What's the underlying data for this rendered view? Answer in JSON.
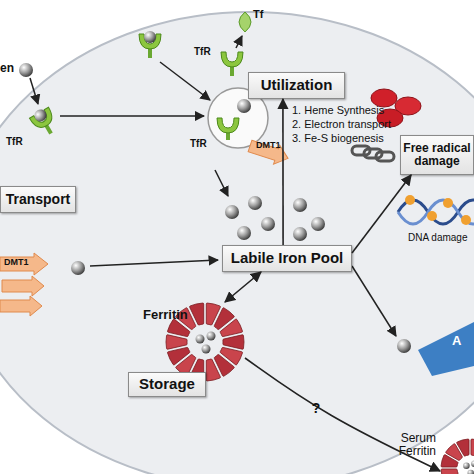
{
  "diagram": {
    "nodes": [
      {
        "text": [
          "Utilization"
        ]
      },
      {
        "text": [
          "Free radical damage"
        ]
      },
      {
        "text": [
          "Transport"
        ]
      },
      {
        "text": [
          "Labile Iron Pool"
        ]
      },
      {
        "text": [
          "Ferritin"
        ]
      },
      {
        "text": [
          "Storage"
        ]
      },
      {
        "text": [
          "Serum Ferritin"
        ]
      }
    ],
    "edges": [
      {
        "from": 3,
        "to": 0,
        "arrow": "to"
      },
      {
        "from": 3,
        "to": 1,
        "arrow": "to"
      },
      {
        "from": 3,
        "to": 4,
        "arrow": "both"
      },
      {
        "from": 4,
        "to": 6,
        "label": "?",
        "arrow": "to"
      }
    ],
    "labels": [
      "Tf",
      "TfR",
      "en",
      "TfR",
      "TfR",
      "DMT1",
      "1. Heme Synthesis",
      "2. Electron transport",
      "3. Fe-S biogenesis",
      "DMT1",
      "DNA damage",
      "A"
    ]
  }
}
